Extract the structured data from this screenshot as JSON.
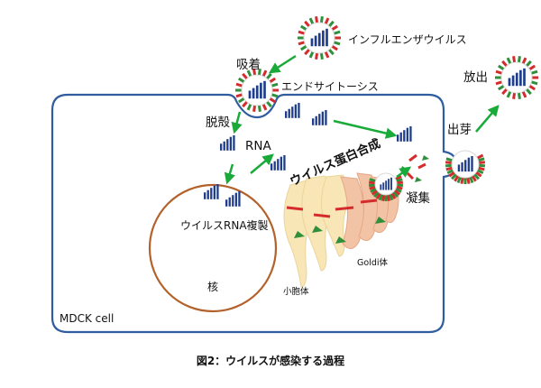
{
  "labels": {
    "influenza_virus": "インフルエンザウイルス",
    "adsorption": "吸着",
    "endocytosis": "エンドサイトーシス",
    "uncoating": "脱殻",
    "rna": "RNA",
    "viral_protein_synthesis": "ウイルス蛋白合成",
    "viral_rna_replication": "ウイルスRNA複製",
    "nucleus": "核",
    "vesicle": "小胞体",
    "golgi": "Goldi体",
    "assembly": "凝集",
    "budding": "出芽",
    "release": "放出",
    "cell": "MDCK cell"
  },
  "caption": "図2：ウイルスが感染する過程",
  "colors": {
    "cell_membrane": "#2f5d9f",
    "nucleus_border": "#b2622a",
    "arrow": "#1aaa3a",
    "rna": "#1f3d8a",
    "virus_red": "#d42c2c",
    "virus_green": "#2f8f3a",
    "golgi": "#f2c3a4",
    "er": "#f9e6b6"
  }
}
